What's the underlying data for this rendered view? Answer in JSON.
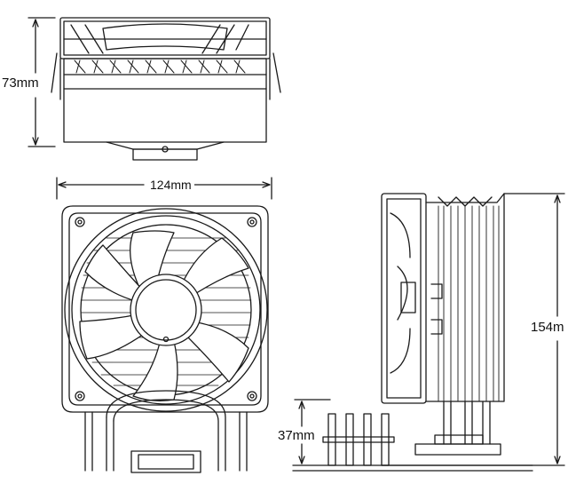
{
  "dimensions": {
    "top_view_height": "73mm",
    "front_view_width": "124mm",
    "side_view_height": "154m",
    "clearance_height": "37mm"
  },
  "colors": {
    "line": "#1a1a1a",
    "background": "#ffffff"
  }
}
